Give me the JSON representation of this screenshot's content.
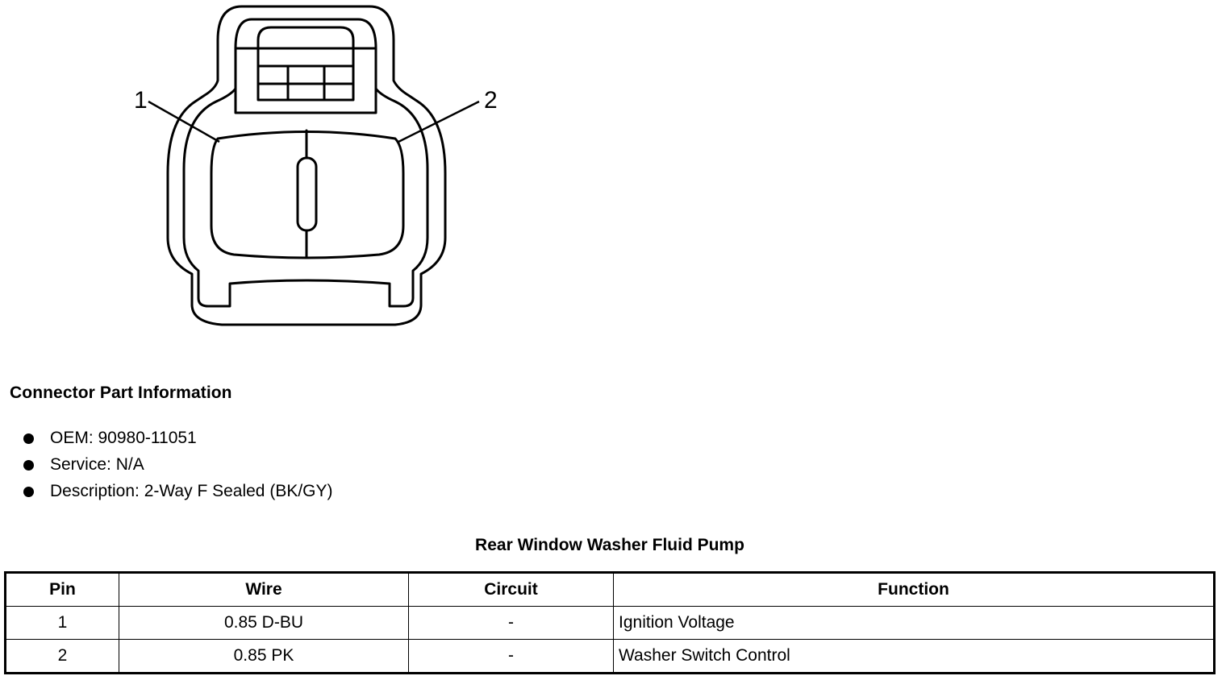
{
  "diagram": {
    "pin_callouts": [
      "1",
      "2"
    ]
  },
  "connector_info": {
    "heading": "Connector Part Information",
    "items": [
      "OEM: 90980-11051",
      "Service: N/A",
      "Description: 2-Way F Sealed (BK/GY)"
    ]
  },
  "table": {
    "title": "Rear Window Washer Fluid Pump",
    "headers": [
      "Pin",
      "Wire",
      "Circuit",
      "Function"
    ],
    "rows": [
      [
        "1",
        "0.85 D-BU",
        "-",
        "Ignition Voltage"
      ],
      [
        "2",
        "0.85 PK",
        "-",
        "Washer Switch Control"
      ]
    ]
  }
}
